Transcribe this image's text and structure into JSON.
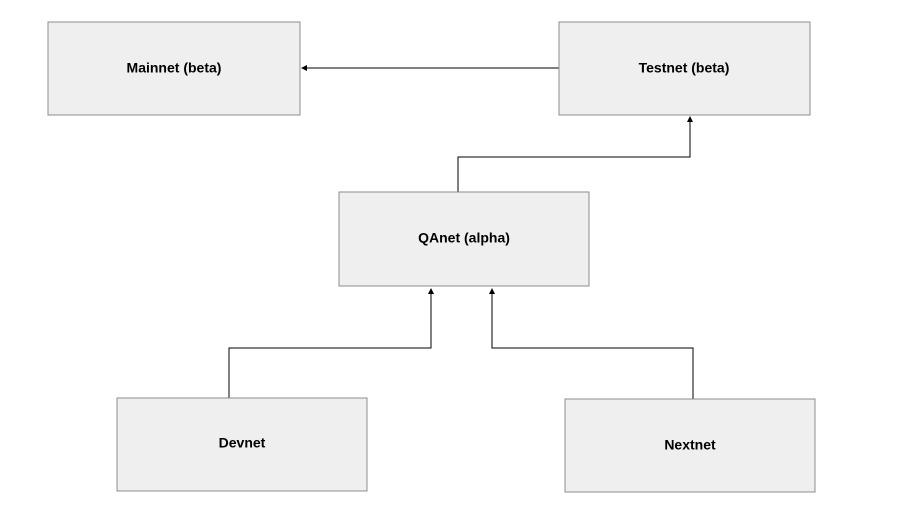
{
  "diagram": {
    "nodes": {
      "mainnet": {
        "label": "Mainnet (beta)"
      },
      "testnet": {
        "label": "Testnet (beta)"
      },
      "qanet": {
        "label": "QAnet (alpha)"
      },
      "devnet": {
        "label": "Devnet"
      },
      "nextnet": {
        "label": "Nextnet"
      }
    },
    "edges": [
      {
        "from": "testnet",
        "to": "mainnet"
      },
      {
        "from": "qanet",
        "to": "testnet"
      },
      {
        "from": "devnet",
        "to": "qanet"
      },
      {
        "from": "nextnet",
        "to": "qanet"
      }
    ]
  },
  "colors": {
    "node_fill": "#efefef",
    "node_stroke": "#8c8c8c",
    "edge": "#000000",
    "text": "#000000"
  }
}
